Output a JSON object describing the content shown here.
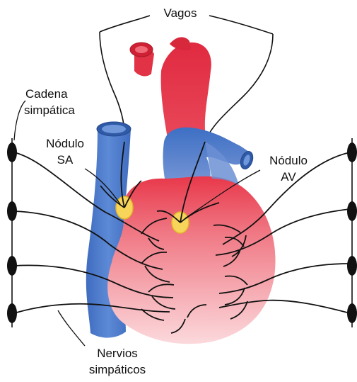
{
  "labels": {
    "vagos": "Vagos",
    "cadena_line1": "Cadena",
    "cadena_line2": "simpática",
    "sa_line1": "Nódulo",
    "sa_line2": "SA",
    "av_line1": "Nódulo",
    "av_line2": "AV",
    "nervios_line1": "Nervios",
    "nervios_line2": "simpáticos"
  },
  "colors": {
    "aorta_red": "#e8384a",
    "heart_pink": "#f6c8cc",
    "vessel_blue": "#4a78c8",
    "node_yellow": "#f7d55a",
    "nerve_black": "#111111"
  }
}
